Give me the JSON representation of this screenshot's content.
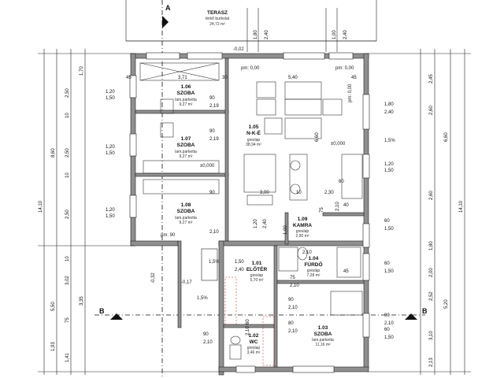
{
  "terrace": {
    "name": "TERASZ",
    "material": "térkő burkolat",
    "area": "24,72 m²"
  },
  "rooms": [
    {
      "id": "1.06",
      "name": "SZOBA",
      "material": "lam.parketta",
      "area": "9,27 m²"
    },
    {
      "id": "1.07",
      "name": "SZOBA",
      "material": "lam.parketta",
      "area": "9,27 m²"
    },
    {
      "id": "1.08",
      "name": "SZOBA",
      "material": "lam.parketta",
      "area": "9,27 m²"
    },
    {
      "id": "1.05",
      "name": "N-K-É",
      "material": "greslap",
      "area": "38,94 m²"
    },
    {
      "id": "1.09",
      "name": "KAMRA",
      "material": "greslap",
      "area": "2,90 m²"
    },
    {
      "id": "1.04",
      "name": "FÜRDŐ",
      "material": "greslap",
      "area": "7,28 m²"
    },
    {
      "id": "1.01",
      "name": "ELŐTÉR",
      "material": "greslap",
      "area": "5,70 m²"
    },
    {
      "id": "1.03",
      "name": "SZOBA",
      "material": "lam.parketta",
      "area": "11,16 m²"
    },
    {
      "id": "1.02",
      "name": "WC",
      "material": "greslap",
      "area": "3,46 m²"
    }
  ],
  "levels": {
    "top": "-0,02",
    "pm_top_left": "pm: 0,00",
    "pm_top_right": "pm: 0,00",
    "pm_right": "pm: 0,00",
    "zero1": "±0,000",
    "zero2": "±0,000",
    "neg017": "-0,17",
    "neg032": "-0,32",
    "pm90": "pm: 90"
  },
  "section_markers": {
    "a": "A",
    "b_left": "B",
    "b_right": "B"
  },
  "dims_left_outer": [
    "14,10"
  ],
  "dims_left_mid": [
    "8,60",
    "5,50",
    "1,93"
  ],
  "dims_left_inner": [
    "2,50",
    "2,50",
    "2,50",
    "3,02",
    "3,35",
    "1,41",
    "1,70",
    "10",
    "10",
    "10",
    "75"
  ],
  "dims_left_openings": [
    "1,20",
    "1,50",
    "1,20",
    "1,50",
    "1,20",
    "1,50"
  ],
  "dims_right_outer": [
    "14,10"
  ],
  "dims_right_mid": [
    "6,60",
    "5,20"
  ],
  "dims_right_inner": [
    "2,45",
    "2,60",
    "2,60",
    "1,80",
    "2,00",
    "2,52",
    "3,10",
    "2,13"
  ],
  "dims_right_openings": [
    "1,80",
    "2,40",
    "1,20",
    "1,50",
    "60",
    "1,50",
    "60",
    "1,50",
    "90",
    "2,10",
    "60",
    "1,50"
  ],
  "dims_top": [
    "1,80",
    "2,40",
    "1,00",
    "2,40"
  ],
  "dims_interior": [
    "3,71",
    "5,40",
    "90",
    "2,19",
    "90",
    "2,19",
    "90",
    "2,10",
    "3,00",
    "10",
    "2,30",
    "6,60",
    "1,20",
    "2,40",
    "1,00",
    "2,10",
    "75",
    "2,10",
    "60",
    "40",
    "1,50",
    "2,40",
    "75",
    "2,10",
    "90",
    "2,10",
    "80",
    "2,10",
    "90",
    "2,10",
    "60",
    "2,10",
    "45",
    "45",
    "45",
    "30"
  ],
  "appliance_labels": [
    "1,5%",
    "1,5%",
    "1,5%"
  ]
}
